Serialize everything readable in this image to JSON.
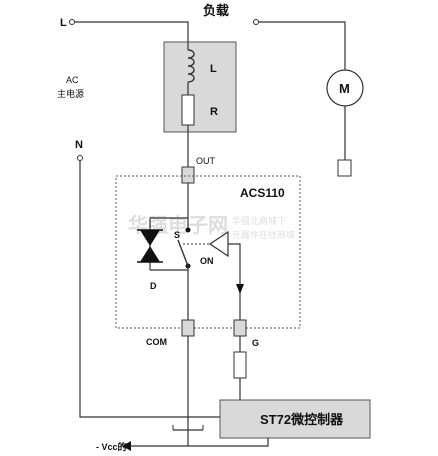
{
  "labels": {
    "load": "负载",
    "line": "L",
    "neutral": "N",
    "ac_source_line1": "AC",
    "ac_source_line2": "主电源",
    "inductor": "L",
    "resistor": "R",
    "motor": "M",
    "out": "OUT",
    "device": "ACS110",
    "switch": "S",
    "on": "ON",
    "diode": "D",
    "com": "COM",
    "gate": "G",
    "mcu": "ST72微控制器",
    "vcc": "- Vcc的"
  },
  "watermark": {
    "logo": "华强电子网",
    "line1": "华强北商城下",
    "line2": "元器件在线商城"
  },
  "colors": {
    "wire": "#333333",
    "component_fill": "#d9d9d9",
    "box_stroke": "#555555"
  }
}
